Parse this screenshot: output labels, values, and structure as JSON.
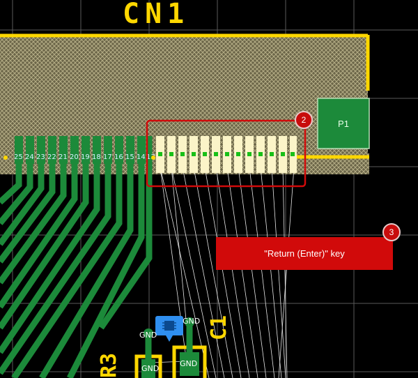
{
  "designator_cn1": "CN1",
  "designator_c1": "C1",
  "designator_r3": "R3",
  "pad_p1_label": "P1",
  "callout_badge_2": "2",
  "callout_badge_3": "3",
  "callout_text": "\"Return (Enter)\" key",
  "net_labels": [
    "GND",
    "GND",
    "GND",
    "GND"
  ],
  "pin_numbers": [
    "25",
    "24",
    "23",
    "22",
    "21",
    "20",
    "19",
    "18",
    "17",
    "16",
    "15",
    "14",
    "13"
  ],
  "colors": {
    "background": "#000000",
    "silkscreen": "#ffd700",
    "copper_top": "#1c8a3a",
    "pad": "#fbf4c8",
    "callout": "#d10a0a",
    "ratsnest": "#ffffff",
    "grid": "#5a5a5a"
  }
}
